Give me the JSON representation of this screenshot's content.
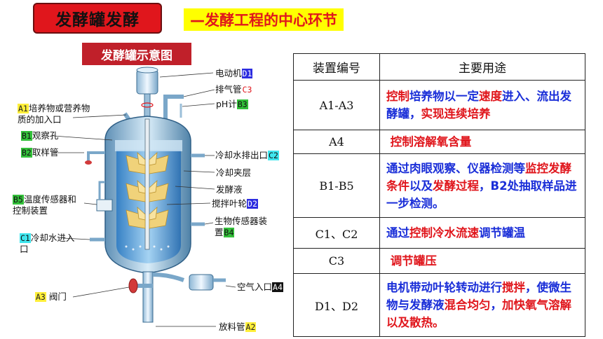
{
  "header": {
    "title": "发酵罐发酵",
    "subtitle": "—发酵工程的中心环节"
  },
  "diagram": {
    "title": "发酵罐示意图",
    "labels": {
      "motor": "电动机",
      "motor_tag": "D1",
      "exhaust": "排气管",
      "exhaust_tag": "C3",
      "ph": "pH计",
      "ph_tag": "B3",
      "feed_line1": "培养物或营养物",
      "feed_line2": "质的加入口",
      "feed_tag": "A1",
      "window": "观察孔",
      "window_tag": "B1",
      "sampler": "取样管",
      "sampler_tag": "B2",
      "cool_out": "冷却水排出口",
      "cool_out_tag": "C2",
      "jacket": "冷却夹层",
      "broth": "发酵液",
      "impeller": "搅拌叶轮",
      "impeller_tag": "D2",
      "temp_line1": "温度传感器和",
      "temp_line2": "控制装置",
      "temp_tag": "B5",
      "bio_line1": "生物传感器装",
      "bio_line2": "置",
      "bio_tag": "B4",
      "cool_in_line1": "冷却水进入",
      "cool_in_line2": "口",
      "cool_in_tag": "C1",
      "air": "空气入口",
      "air_tag": "A4",
      "valve": "阀门",
      "valve_tag": "A3",
      "discharge": "放料管",
      "discharge_tag": "A2"
    }
  },
  "table": {
    "headers": [
      "装置编号",
      "主要用途"
    ],
    "rows": [
      {
        "code": "A1-A3",
        "use": "控制培养物以一定速度进入、流出发酵罐，实现连续培养"
      },
      {
        "code": "A4",
        "use": "控制溶解氧含量"
      },
      {
        "code": "B1-B5",
        "use": "通过肉眼观察、仪器检测等监控发酵条件以及发酵过程，B2处抽取样品进一步检测。"
      },
      {
        "code": "C1、C2",
        "use": "通过控制冷水流速调节罐温"
      },
      {
        "code": "C3",
        "use": "调节罐压"
      },
      {
        "code": "D1、D2",
        "use": "电机带动叶轮转动进行搅拌，使微生物与发酵液混合均匀，加快氧气溶解以及散热。"
      }
    ]
  }
}
